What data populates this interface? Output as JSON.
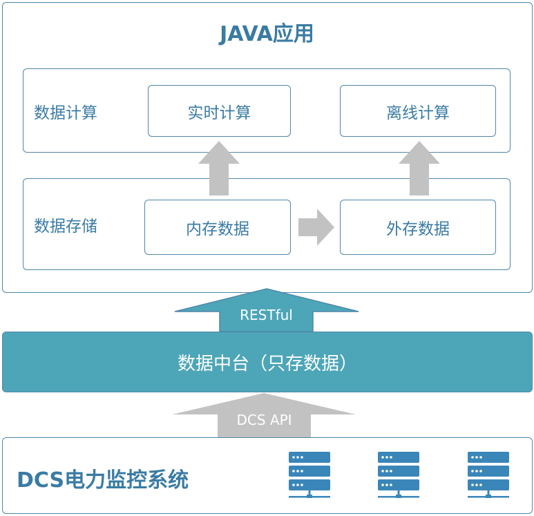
{
  "java_app": {
    "title": "JAVA应用"
  },
  "compute": {
    "label": "数据计算",
    "realtime": "实时计算",
    "offline": "离线计算"
  },
  "storage": {
    "label": "数据存储",
    "memory": "内存数据",
    "external": "外存数据"
  },
  "restful_label": "RESTful",
  "data_middle": {
    "label": "数据中台（只存数据）"
  },
  "dcs_api_label": "DCS API",
  "dcs_system": {
    "label": "DCS电力监控系统",
    "server_count": 3
  },
  "colors": {
    "border": "#4e86a8",
    "text": "#3a7ba3",
    "middle_fill": "#4da6b8",
    "gray_arrow": "#c2c2c2",
    "server": "#3a86b9"
  }
}
